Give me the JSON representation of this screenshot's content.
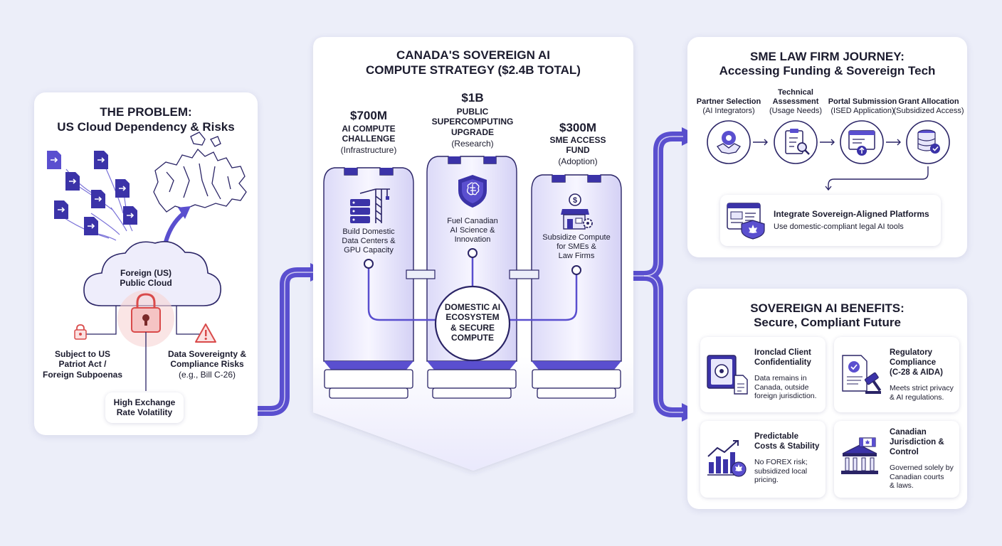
{
  "problem": {
    "title": "THE PROBLEM:",
    "subtitle": "US Cloud Dependency & Risks",
    "cloud_label": "Foreign (US)\nPublic Cloud",
    "risk_left": "Subject to US\nPatriot Act /\nForeign Subpoenas",
    "risk_right": "Data Sovereignty &\nCompliance Risks",
    "risk_right_note": "(e.g., Bill C-26)",
    "exchange": "High Exchange\nRate Volatility"
  },
  "strategy": {
    "title": "CANADA'S SOVEREIGN AI\nCOMPUTE STRATEGY ($2.4B TOTAL)",
    "pillars": [
      {
        "amount": "$700M",
        "name": "AI COMPUTE\nCHALLENGE",
        "sub": "(Infrastructure)",
        "desc": "Build Domestic\nData Centers &\nGPU Capacity"
      },
      {
        "amount": "$1B",
        "name": "PUBLIC\nSUPERCOMPUTING\nUPGRADE",
        "sub": "(Research)",
        "desc": "Fuel Canadian\nAI Science &\nInnovation"
      },
      {
        "amount": "$300M",
        "name": "SME ACCESS\nFUND",
        "sub": "(Adoption)",
        "desc": "Subsidize Compute\nfor SMEs &\nLaw Firms"
      }
    ],
    "hub": "DOMESTIC AI\nECOSYSTEM\n& SECURE\nCOMPUTE"
  },
  "journey": {
    "title": "SME LAW FIRM JOURNEY:",
    "subtitle": "Accessing Funding & Sovereign Tech",
    "steps": [
      {
        "name": "Partner Selection",
        "sub": "(AI Integrators)",
        "icon": "handshake-gear-icon"
      },
      {
        "name": "Technical\nAssessment",
        "sub": "(Usage Needs)",
        "icon": "clipboard-magnifier-icon"
      },
      {
        "name": "Portal Submission",
        "sub": "(ISED Application)",
        "icon": "browser-upload-icon"
      },
      {
        "name": "Grant Allocation",
        "sub": "(Subsidized Access)",
        "icon": "database-check-icon"
      }
    ],
    "integrate_title": "Integrate Sovereign-Aligned Platforms",
    "integrate_desc": "Use domestic-compliant legal AI tools"
  },
  "benefits": {
    "title": "SOVEREIGN AI BENEFITS:",
    "subtitle": "Secure, Compliant Future",
    "items": [
      {
        "title": "Ironclad Client\nConfidentiality",
        "desc": "Data remains in\nCanada, outside\nforeign jurisdiction.",
        "icon": "safe-document-icon"
      },
      {
        "title": "Regulatory\nCompliance\n(C-28 & AIDA)",
        "desc": "Meets strict privacy\n& AI regulations.",
        "icon": "document-gavel-icon"
      },
      {
        "title": "Predictable\nCosts & Stability",
        "desc": "No FOREX risk;\nsubsidized local\npricing.",
        "icon": "chart-maple-icon"
      },
      {
        "title": "Canadian\nJurisdiction &\nControl",
        "desc": "Governed solely by\nCanadian courts\n& laws.",
        "icon": "courthouse-flag-icon"
      }
    ]
  },
  "colors": {
    "accent": "#5a4fcf",
    "dark": "#2a2466",
    "light": "#e7e6fb",
    "warn": "#d94a4a"
  }
}
